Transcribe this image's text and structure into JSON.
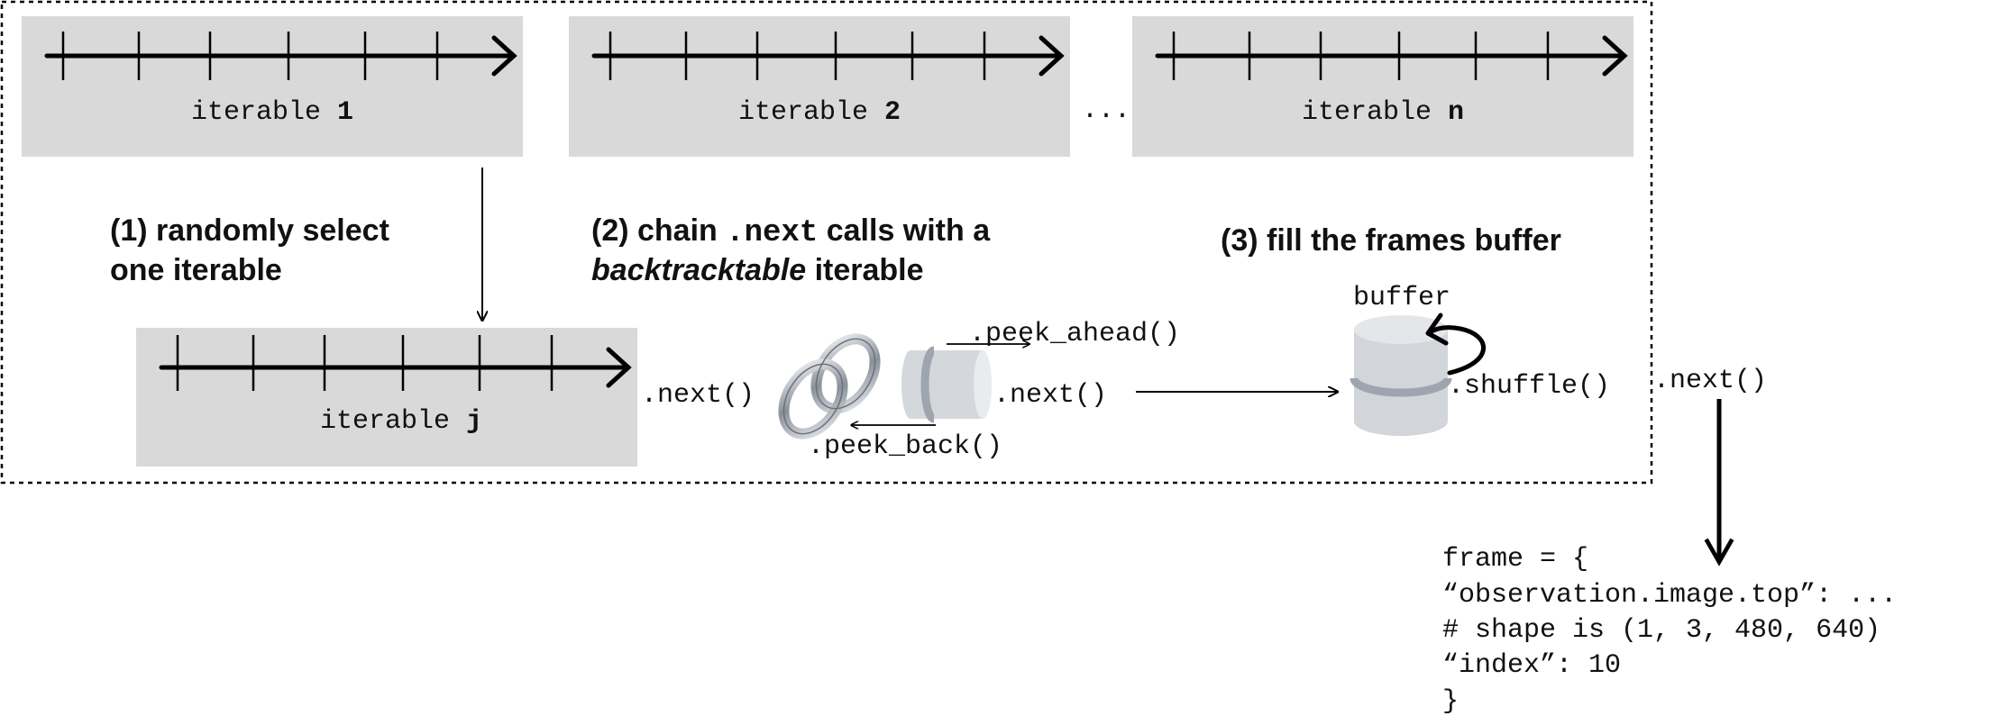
{
  "iterables": [
    {
      "prefix": "iterable ",
      "id": "1"
    },
    {
      "prefix": "iterable ",
      "id": "2"
    },
    {
      "prefix": "iterable ",
      "id": "n"
    }
  ],
  "selected_iterable": {
    "prefix": "iterable ",
    "id": "j"
  },
  "ellipsis": "...",
  "steps": {
    "select": {
      "line1": "(1) randomly select",
      "line2": "one iterable"
    },
    "chain": {
      "line1_pre": "(2) chain ",
      "line1_code": ".next",
      "line1_post": " calls with a",
      "line2_italic": "backtracktable",
      "line2_post": " iterable"
    },
    "fill": {
      "line1": "(3) fill the frames buffer"
    }
  },
  "calls": {
    "next_a": ".next()",
    "peek_ahead": ".peek_ahead()",
    "peek_back": ".peek_back()",
    "next_b": ".next()",
    "shuffle": ".shuffle()",
    "next_c": ".next()"
  },
  "buffer_label": "buffer",
  "frame_lines": [
    "frame = {",
    "“observation.image.top”: ...",
    "# shape is (1, 3, 480, 640)",
    "“index”: 10",
    "}"
  ],
  "colors": {
    "box_fill": "#d9d9d9",
    "cylinder_light": "#dfe1e5",
    "cylinder_band": "#9ea5ae"
  }
}
